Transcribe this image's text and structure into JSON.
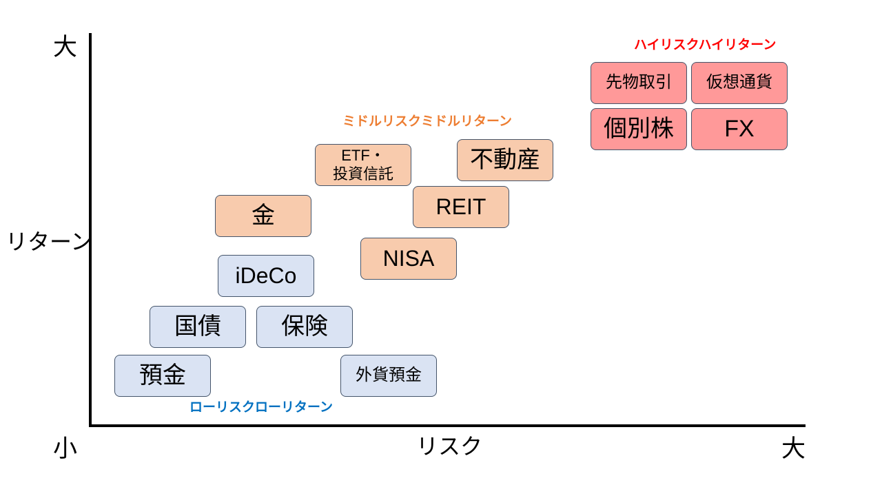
{
  "axes": {
    "y_high": "大",
    "y_label": "リターン",
    "origin": "小",
    "x_label": "リスク",
    "x_high": "大"
  },
  "box_border": "#44546A",
  "groups": {
    "low": {
      "label": "ローリスクローリターン",
      "label_color": "#0070C0",
      "fill": "#DAE3F3",
      "items": [
        "預金",
        "国債",
        "保険",
        "iDeCo",
        "外貨預金"
      ]
    },
    "middle": {
      "label": "ミドルリスクミドルリターン",
      "label_color": "#ED7D31",
      "fill": "#F8CBAD",
      "items": [
        "金",
        "NISA",
        "REIT",
        "ETF・\n投資信託",
        "不動産"
      ]
    },
    "high": {
      "label": "ハイリスクハイリターン",
      "label_color": "#FF0000",
      "fill": "#FF9999",
      "items": [
        "先物取引",
        "仮想通貨",
        "個別株",
        "FX"
      ]
    }
  }
}
